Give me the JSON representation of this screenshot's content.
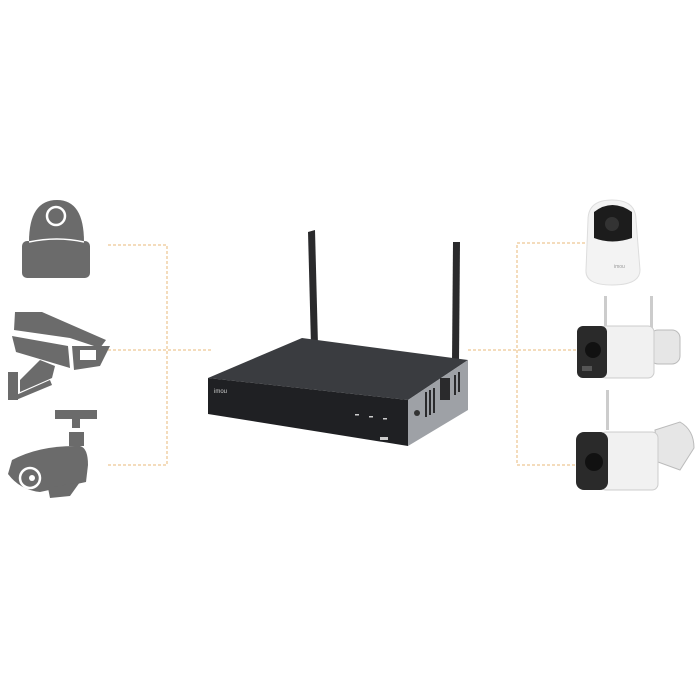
{
  "brand": {
    "nvr_logo": "imou",
    "camera_logo": "imou"
  },
  "colors": {
    "connector": "#e8b87a",
    "icon_gray": "#6b6b6b",
    "nvr_body": "#2b2d30",
    "camera_white": "#f2f2f2"
  },
  "legacy_cameras": [
    {
      "icon": "dome-camera-icon"
    },
    {
      "icon": "box-camera-icon"
    },
    {
      "icon": "bullet-camera-icon"
    }
  ],
  "wifi_cameras": [
    {
      "icon": "pan-tilt-indoor-camera"
    },
    {
      "icon": "wifi-bullet-camera-siren"
    },
    {
      "icon": "wifi-bullet-camera"
    }
  ],
  "center_device": {
    "icon": "wireless-nvr"
  }
}
